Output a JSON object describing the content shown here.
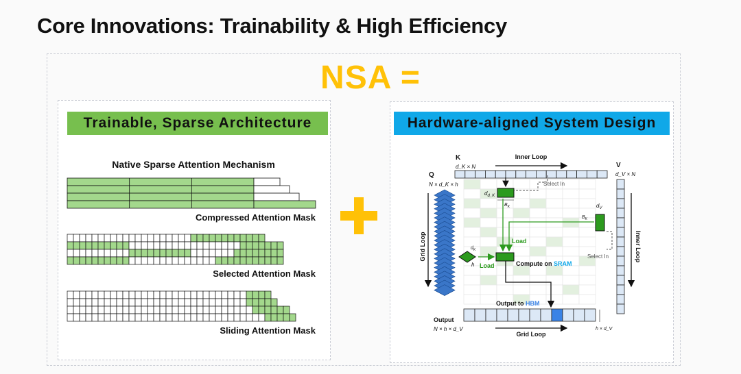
{
  "title": "Core Innovations: Trainability & High Efficiency",
  "nsa_label": "NSA =",
  "left": {
    "header": "Trainable, Sparse Architecture",
    "mechanism_title": "Native Sparse Attention Mechanism",
    "compressed_label": "Compressed Attention Mask",
    "selected_label": "Selected Attention Mask",
    "sliding_label": "Sliding Attention Mask"
  },
  "right": {
    "header": "Hardware-aligned System Design",
    "k_label": "K",
    "k_dim": "d_K × N",
    "inner_loop_top": "Inner Loop",
    "v_label": "V",
    "v_dim": "d_V × N",
    "q_label": "Q",
    "q_dim": "N × d_K × h",
    "select_in_top": "Select In",
    "select_in_right": "Select In",
    "dk_label": "d_K",
    "bk_label": "B_K",
    "dv_label": "d_V",
    "bk_right_label": "B_K",
    "load_upper": "Load",
    "load_lower": "Load",
    "q_dk_label": "d_K",
    "q_h_label": "h",
    "grid_loop_left": "Grid Loop",
    "inner_loop_right": "Inner Loop",
    "compute_prefix": "Compute on",
    "compute_sram": "SRAM",
    "output_prefix": "Output to",
    "output_hbm": "HBM",
    "output_label": "Output",
    "output_dim": "N × h × d_V",
    "grid_loop_bottom": "Grid Loop",
    "out_right_dim": "h × d_V"
  },
  "colors": {
    "yellow": "#ffc107",
    "green_header": "#77bf4e",
    "blue_header": "#10a8e8",
    "mask_green": "#a3d88c",
    "block_green": "#2c9a1e",
    "light_blue": "#dce8f6",
    "q_blue": "#3a76c8",
    "hbm_blue": "#3a83e6"
  }
}
